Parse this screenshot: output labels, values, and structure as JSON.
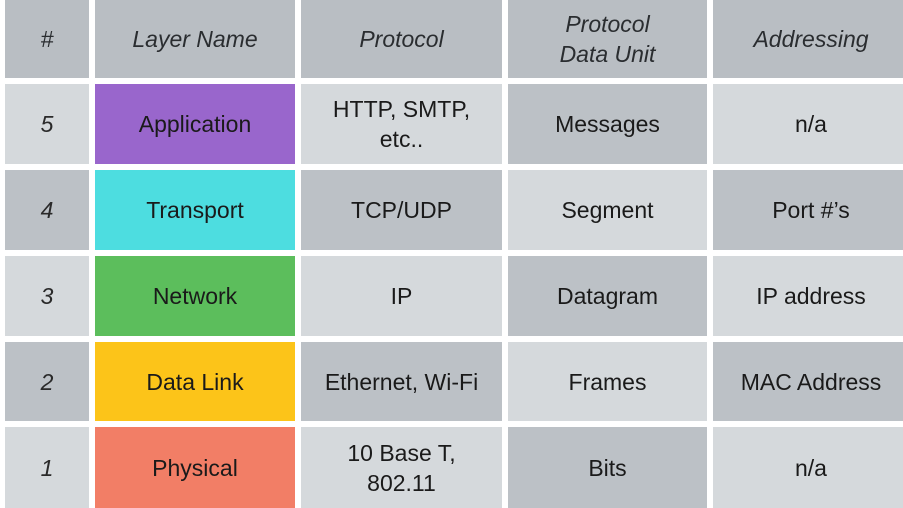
{
  "headers": [
    "#",
    "Layer Name",
    "Protocol",
    "Protocol\nData Unit",
    "Addressing"
  ],
  "rows": [
    {
      "num": "5",
      "layer": "Application",
      "protocol": "HTTP, SMTP,\netc..",
      "pdu": "Messages",
      "addressing": "n/a",
      "color": "#9966cc"
    },
    {
      "num": "4",
      "layer": "Transport",
      "protocol": "TCP/UDP",
      "pdu": "Segment",
      "addressing": "Port #’s",
      "color": "#4ddde0"
    },
    {
      "num": "3",
      "layer": "Network",
      "protocol": "IP",
      "pdu": "Datagram",
      "addressing": "IP address",
      "color": "#5cbe5c"
    },
    {
      "num": "2",
      "layer": "Data Link",
      "protocol": "Ethernet, Wi-Fi",
      "pdu": "Frames",
      "addressing": "MAC Address",
      "color": "#fcc419"
    },
    {
      "num": "1",
      "layer": "Physical",
      "protocol": "10 Base T,\n802.11",
      "pdu": "Bits",
      "addressing": "n/a",
      "color": "#f27e66"
    }
  ]
}
